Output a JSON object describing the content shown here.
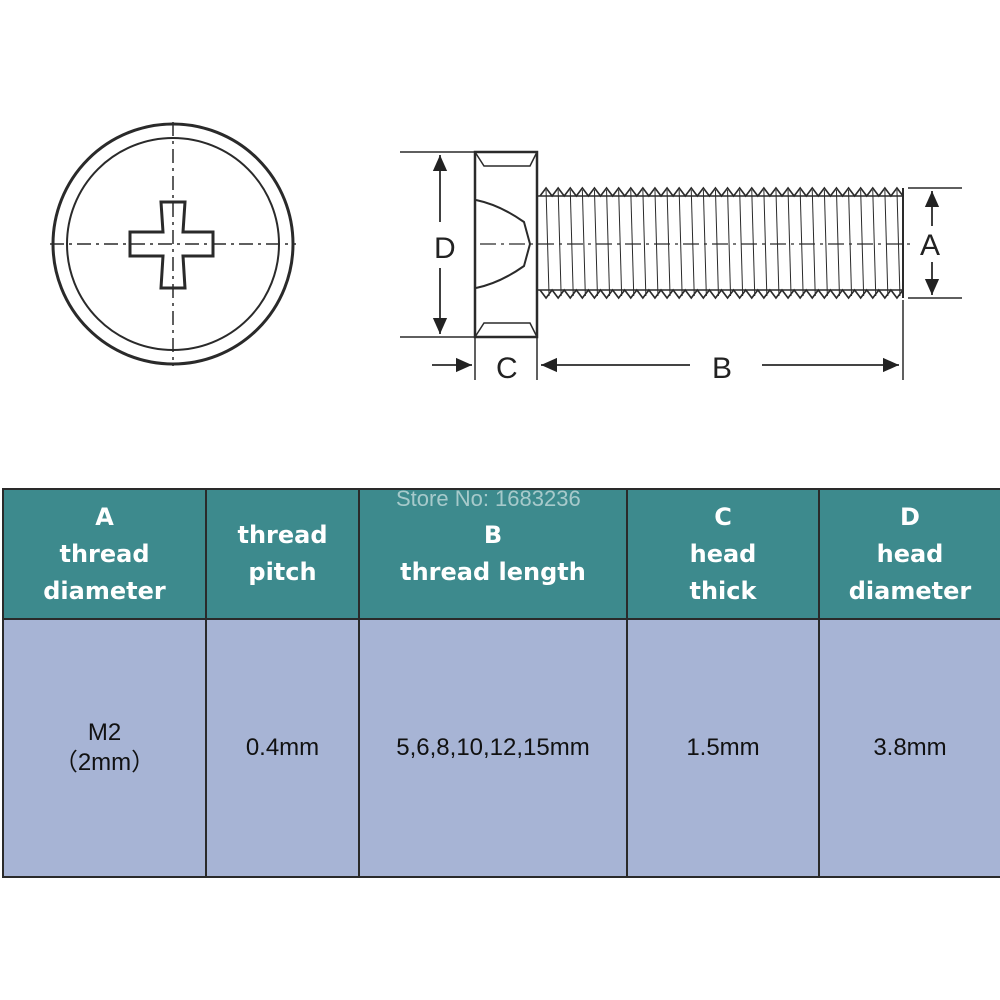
{
  "drawing": {
    "labels": {
      "a": "A",
      "b": "B",
      "c": "C",
      "d": "D"
    }
  },
  "watermark": "Store No: 1683236",
  "table": {
    "headers": [
      [
        "A",
        "thread",
        "diameter"
      ],
      [
        "thread",
        "pitch"
      ],
      [
        "B",
        "thread length"
      ],
      [
        "C",
        "head",
        "thick"
      ],
      [
        "D",
        "head",
        "diameter"
      ]
    ],
    "values": [
      [
        "M2",
        "（2mm）"
      ],
      [
        "0.4mm"
      ],
      [
        "5,6,8,10,12,15mm"
      ],
      [
        "1.5mm"
      ],
      [
        "3.8mm"
      ]
    ]
  },
  "colors": {
    "header_bg": "#3d8a8d",
    "cell_bg": "#a7b4d5"
  }
}
